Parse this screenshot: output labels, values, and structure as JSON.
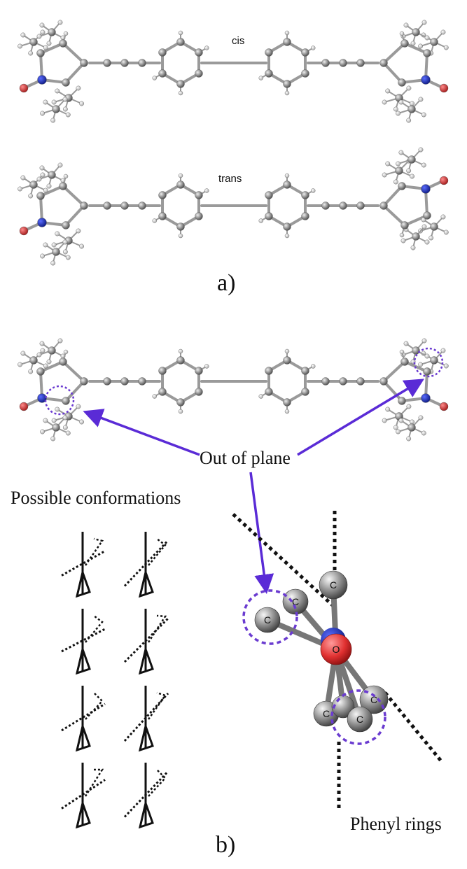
{
  "panel_a": {
    "label": "a)",
    "cis_tag": "cis",
    "trans_tag": "trans"
  },
  "panel_b": {
    "label": "b)",
    "out_of_plane_label": "Out of plane",
    "possible_conformations_label": "Possible conformations",
    "phenyl_rings_label": "Phenyl rings",
    "atom_labels": [
      "C",
      "C",
      "C",
      "O",
      "C",
      "C",
      "C"
    ]
  },
  "colors": {
    "carbon": "#8a8a8a",
    "hydrogen": "#d0d0d0",
    "nitrogen": "#1c2fa0",
    "oxygen": "#cc2a2a",
    "arrow": "#5a2bd6",
    "dashed_circle": "#6a3bd0"
  }
}
